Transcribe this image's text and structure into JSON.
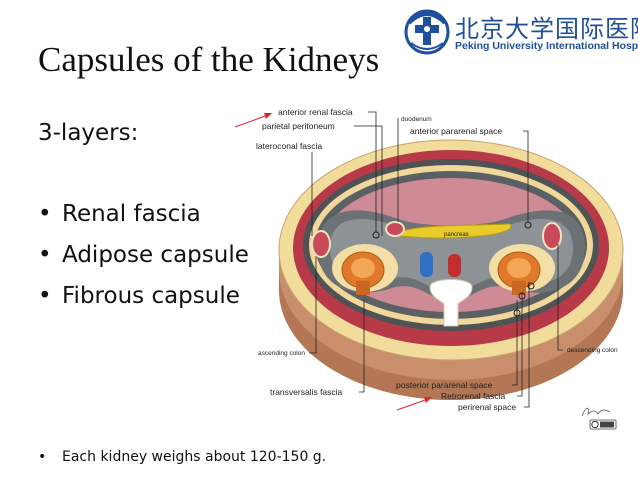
{
  "title": "Capsules of the Kidneys",
  "logo": {
    "name_cn": "北京大学国际医院",
    "name_en": "Peking University International Hospital"
  },
  "heading": "3-layers:",
  "bullet_symbol": "•",
  "layers": [
    "Renal fascia",
    "Adipose capsule",
    "Fibrous capsule"
  ],
  "note": "Each kidney weighs about 120-150 g.",
  "diagram_labels": {
    "anterior_renal_fascia": "anterior renal fascia",
    "parietal_peritoneum": "parietal peritoneum",
    "duodenum": "duodenum",
    "anterior_pararenal_space": "anterior pararenal space",
    "lateroconal_fascia": "lateroconal fascia",
    "pancreas": "pancreas",
    "ascending_colon": "ascending colon",
    "descending_colon": "descending colon",
    "transversalis_fascia": "transversalis fascia",
    "posterior_pararenal_space": "posterior pararenal space",
    "retrorenal_fascia": "Retrorenal fascia",
    "perirenal_space": "perirenal space"
  },
  "colors": {
    "logo_blue": "#1f4f9e",
    "arrow_red": "#d9272e",
    "muscle": "#b83a48",
    "fat": "#f2dc9c",
    "fascia_gray": "#555a5e",
    "kidney": "#e07a2a",
    "pancreas": "#e8cc2a",
    "ivc": "#2f6fc4",
    "aorta": "#c22e2e"
  }
}
